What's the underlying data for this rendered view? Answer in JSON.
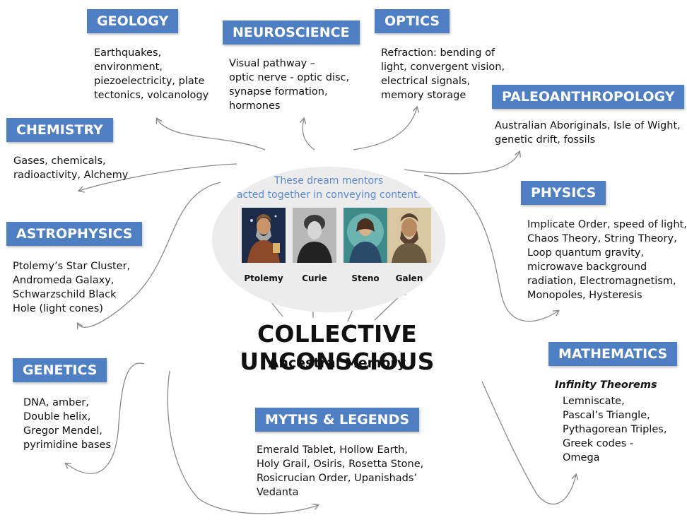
{
  "center": {
    "caption": "These dream mentors\nacted together in conveying content.",
    "title": "COLLECTIVE UNCONSCIOUS",
    "subtitle": "Ancestral Memory",
    "mentors": [
      {
        "name": "Ptolemy"
      },
      {
        "name": "Curie"
      },
      {
        "name": "Steno"
      },
      {
        "name": "Galen"
      }
    ]
  },
  "topics": {
    "geology": {
      "title": "GEOLOGY",
      "text": "Earthquakes,\nenvironment,\npiezoelectricity, plate\ntectonics, volcanology"
    },
    "neuroscience": {
      "title": "NEUROSCIENCE",
      "text": "Visual pathway –\noptic nerve - optic disc,\nsynapse formation,\nhormones"
    },
    "optics": {
      "title": "OPTICS",
      "text": "Refraction: bending of\nlight, convergent vision,\nelectrical signals,\nmemory storage"
    },
    "paleoanthropology": {
      "title": "PALEOANTHROPOLOGY",
      "text": "Australian Aboriginals, Isle of Wight,\ngenetic drift, fossils"
    },
    "chemistry": {
      "title": "CHEMISTRY",
      "text": "Gases, chemicals,\nradioactivity, Alchemy"
    },
    "physics": {
      "title": "PHYSICS",
      "text": "Implicate Order, speed of light,\nChaos Theory, String Theory,\nLoop quantum gravity,\nmicrowave background\nradiation, Electromagnetism,\nMonopoles, Hysteresis"
    },
    "astrophysics": {
      "title": "ASTROPHYSICS",
      "text": "Ptolemy’s Star Cluster,\nAndromeda Galaxy,\nSchwarzschild Black\nHole (light cones)"
    },
    "mathematics": {
      "title": "MATHEMATICS",
      "subtitle": "Infinity Theorems",
      "text": "Lemniscate,\nPascal’s Triangle,\nPythagorean Triples,\nGreek codes -\nOmega"
    },
    "genetics": {
      "title": "GENETICS",
      "text": "DNA, amber,\nDouble helix,\nGregor Mendel,\npyrimidine bases"
    },
    "myths": {
      "title": "MYTHS & LEGENDS",
      "text": "Emerald Tablet, Hollow Earth,\nHoly Grail, Osiris, Rosetta Stone,\nRosicrucian Order, Upanishads’\nVedanta"
    }
  },
  "colors": {
    "header_bg": "#4f7fc3",
    "caption": "#5a8ad0",
    "ellipse": "#ececec",
    "arrow": "#8a8a8a"
  }
}
